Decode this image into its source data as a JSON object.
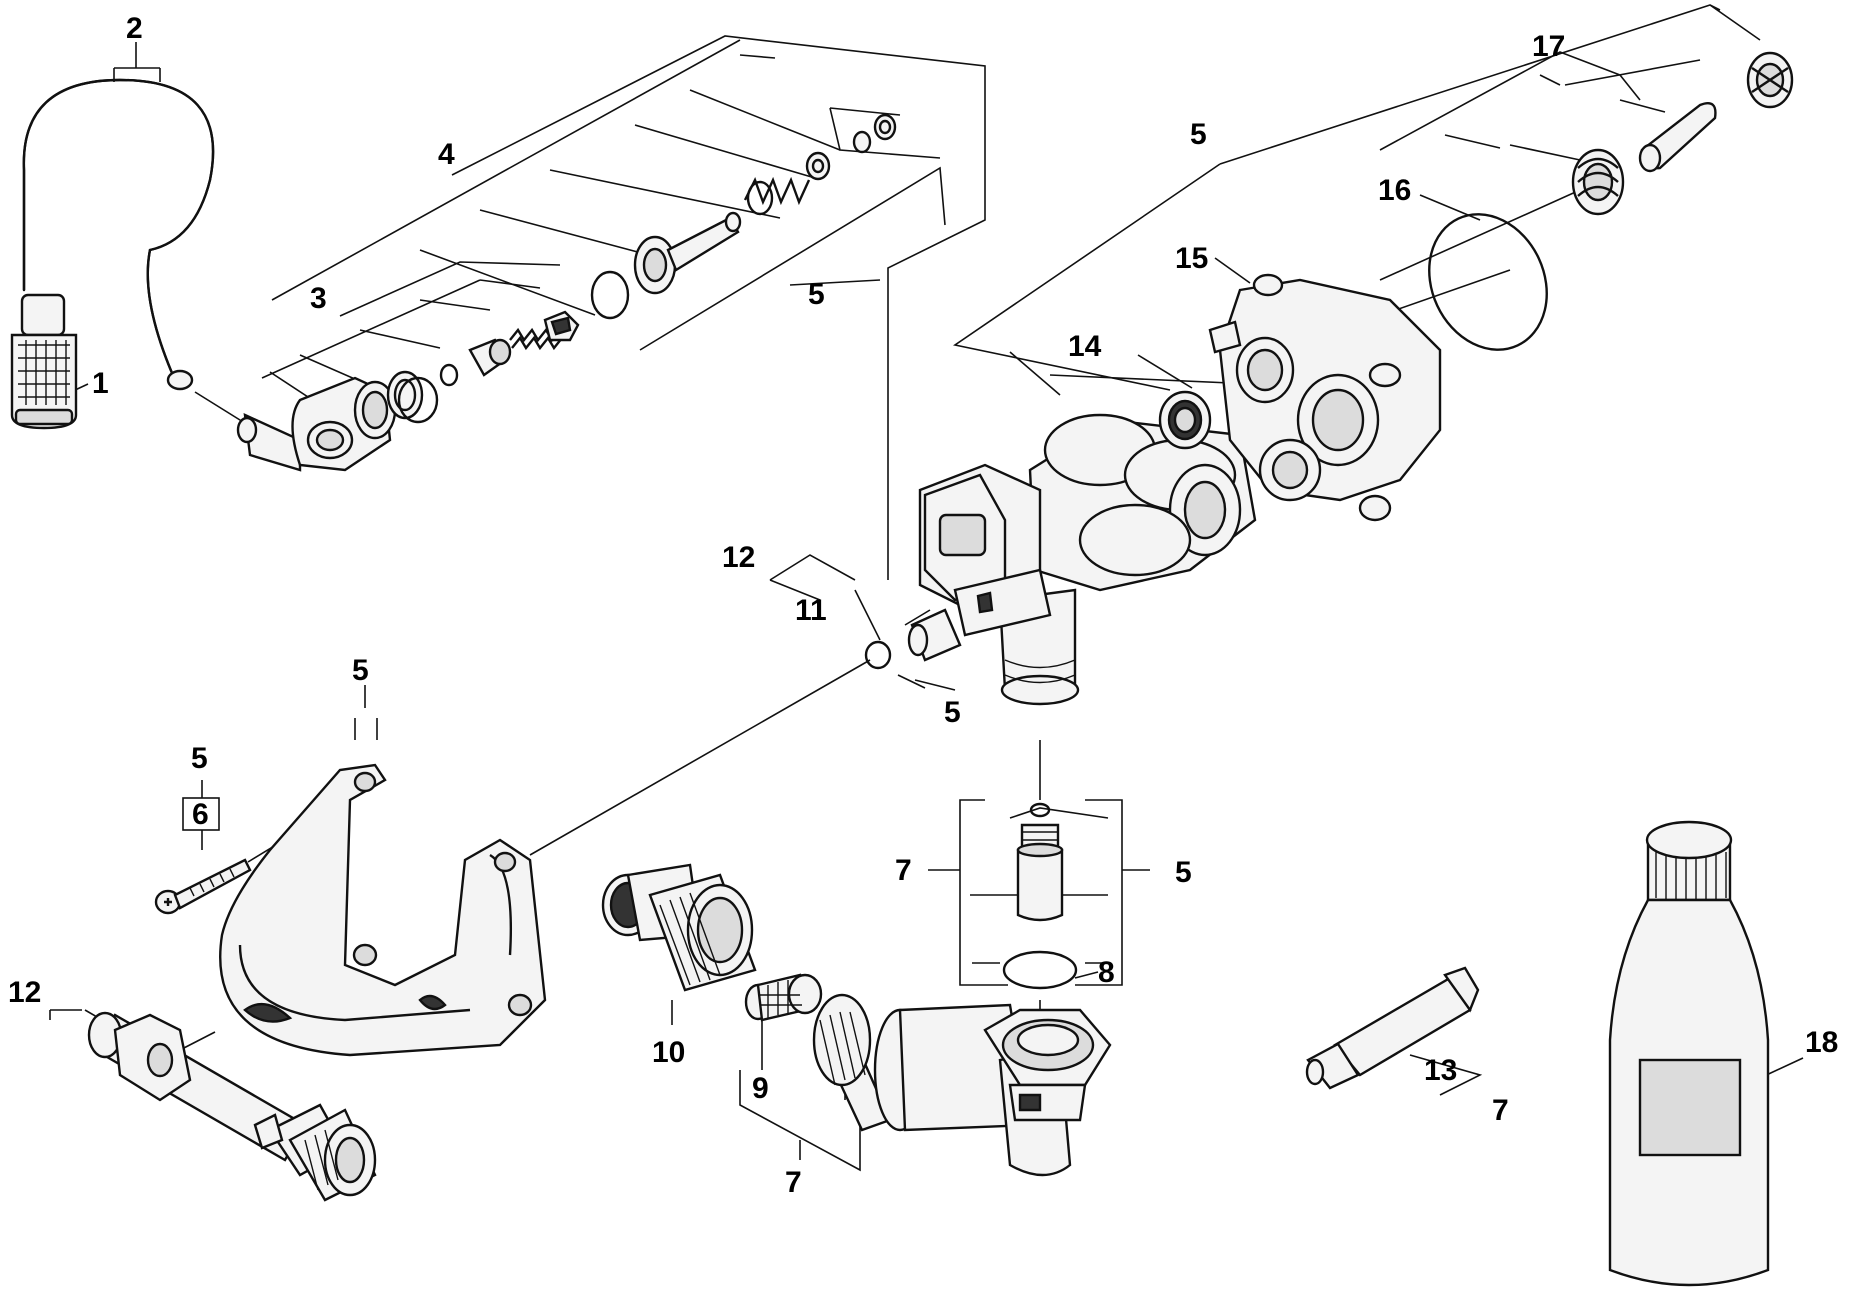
{
  "labels": [
    {
      "text": "1"
    },
    {
      "text": "2"
    },
    {
      "text": "3"
    },
    {
      "text": "4"
    },
    {
      "text": "5"
    },
    {
      "text": "5"
    },
    {
      "text": "12"
    },
    {
      "text": "11"
    },
    {
      "text": "5"
    },
    {
      "text": "5"
    },
    {
      "text": "5"
    },
    {
      "text": "6"
    },
    {
      "text": "12"
    },
    {
      "text": "17"
    },
    {
      "text": "16"
    },
    {
      "text": "15"
    },
    {
      "text": "14"
    },
    {
      "text": "7"
    },
    {
      "text": "5"
    },
    {
      "text": "8"
    },
    {
      "text": "10"
    },
    {
      "text": "9"
    },
    {
      "text": "7"
    },
    {
      "text": "13"
    },
    {
      "text": "7"
    },
    {
      "text": "18"
    }
  ]
}
